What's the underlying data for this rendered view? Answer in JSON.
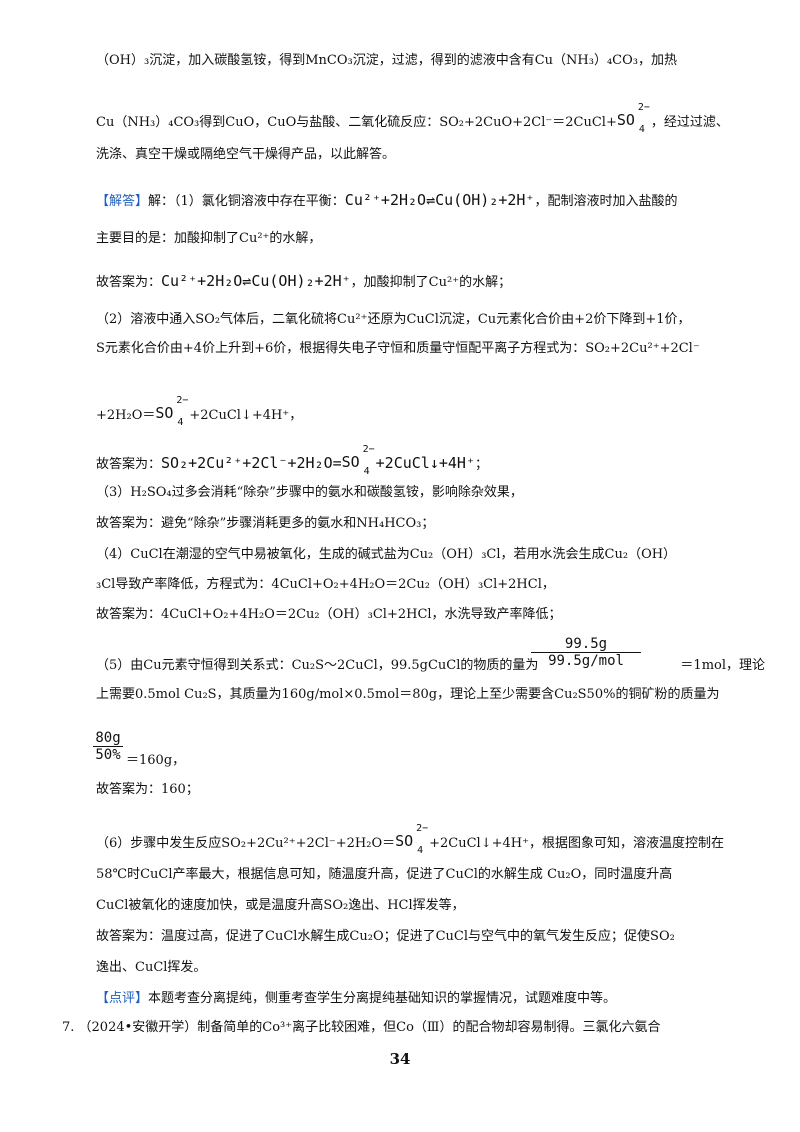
{
  "lines": {
    "l1": "（OH）₃沉淀，加入碳酸氢铵，得到MnCO₃沉淀，过滤，得到的滤液中含有Cu（NH₃）₄CO₃，加热",
    "l2a": "Cu（NH₃）₄CO₃得到CuO，CuO与盐酸、二氧化硫反应：SO₂+2CuO+2Cl⁻＝2CuCl+",
    "l2b": "，经过过滤、",
    "l3": "洗涤、真空干燥或隔绝空气干燥得产品，以此解答。",
    "l4_tag": "【解答】",
    "l4a": "解：（1）氯化铜溶液中存在平衡：",
    "l4_eq": "Cu²⁺+2H₂O⇌Cu(OH)₂+2H⁺",
    "l4b": "，配制溶液时加入盐酸的",
    "l5": "主要目的是：加酸抑制了Cu²⁺的水解，",
    "l6a": "故答案为：",
    "l6_eq": "Cu²⁺+2H₂O⇌Cu(OH)₂+2H⁺",
    "l6b": "，加酸抑制了Cu²⁺的水解；",
    "l7": "（2）溶液中通入SO₂气体后，二氧化硫将Cu²⁺还原为CuCl沉淀，Cu元素化合价由+2价下降到+1价，",
    "l8": "S元素化合价由+4价上升到+6价，根据得失电子守恒和质量守恒配平离子方程式为：SO₂+2Cu²⁺+2Cl⁻",
    "l9a": "+2H₂O＝",
    "l9b": "+2CuCl↓+4H⁺，",
    "l10a": "故答案为：",
    "l10_eq1": "SO₂+2Cu²⁺+2Cl⁻+2H₂O=",
    "l10_eq2": "+2CuCl↓+4H⁺",
    "l10b": "；",
    "l11": "（3）H₂SO₄过多会消耗“除杂”步骤中的氨水和碳酸氢铵，影响除杂效果，",
    "l12": "故答案为：避免“除杂”步骤消耗更多的氨水和NH₄HCO₃；",
    "l13": "（4）CuCl在潮湿的空气中易被氧化，生成的碱式盐为Cu₂（OH）₃Cl，若用水洗会生成Cu₂（OH）",
    "l14": "₃Cl导致产率降低，方程式为：4CuCl+O₂+4H₂O＝2Cu₂（OH）₃Cl+2HCl，",
    "l15": "故答案为：4CuCl+O₂+4H₂O＝2Cu₂（OH）₃Cl+2HCl，水洗导致产率降低；",
    "l16a": "（5）由Cu元素守恒得到关系式：Cu₂S～2CuCl，99.5gCuCl的物质的量为",
    "l16_num": "99.5g",
    "l16_den": "99.5g/mol",
    "l16b": "＝1mol，理论",
    "l17": "上需要0.5mol  Cu₂S，其质量为160g/mol×0.5mol＝80g，理论上至少需要含Cu₂S50%的铜矿粉的质量为",
    "l18_num": "80g",
    "l18_den": "50%",
    "l18b": "＝160g，",
    "l19": "故答案为：160；",
    "l20a": "（6）步骤中发生反应SO₂+2Cu²⁺+2Cl⁻+2H₂O＝",
    "l20b": "+2CuCl↓+4H⁺，根据图象可知，溶液温度控制在",
    "l21": "58℃时CuCl产率最大，根据信息可知，随温度升高，促进了CuCl的水解生成 Cu₂O，同时温度升高",
    "l22": "CuCl被氧化的速度加快，或是温度升高SO₂逸出、HCl挥发等，",
    "l23": "故答案为：温度过高，促进了CuCl水解生成Cu₂O；促进了CuCl与空气中的氧气发生反应；促使SO₂",
    "l24": "逸出、CuCl挥发。",
    "l25_tag": "【点评】",
    "l25": "本题考查分离提纯，侧重考查学生分离提纯基础知识的掌握情况，试题难度中等。",
    "l26": "7.  （2024•安徽开学）制备简单的Co³⁺离子比较困难，但Co（Ⅲ）的配合物却容易制得。三氯化六氨合"
  },
  "so4": {
    "base": "SO",
    "sup": "2−",
    "sub": "4"
  },
  "page_number": "34"
}
